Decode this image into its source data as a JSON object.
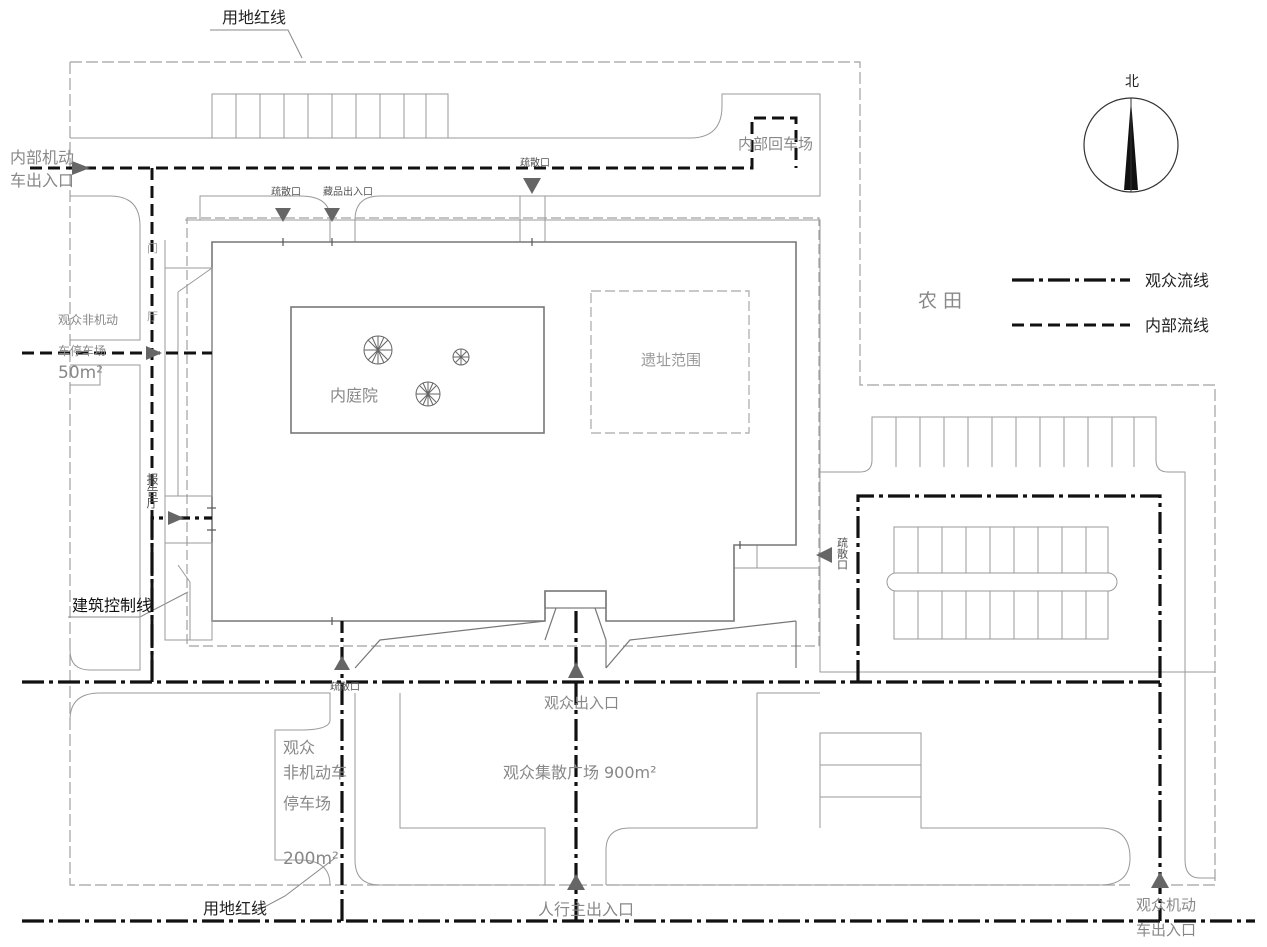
{
  "labels": {
    "site_red_line_top": "用地红线",
    "site_red_line_bottom": "用地红线",
    "north": "北",
    "internal_vehicle_exit_1": "内部机动",
    "internal_vehicle_exit_2": "车出入口",
    "internal_turnaround": "内部回车场",
    "evac_top_1": "疏散口",
    "evac_top_2": "疏散口",
    "collection_entrance": "藏品出入口",
    "bike_parking_left_1": "观众非机动",
    "bike_parking_left_2": "车停车场",
    "bike_parking_left_area": "50m²",
    "report_hall": "报告厅",
    "side_text_1": "门",
    "side_text_2": "厅",
    "courtyard": "内庭院",
    "ruins_area": "遗址范围",
    "farmland": "农 田",
    "evac_right": "疏散口",
    "building_control_line": "建筑控制线",
    "evac_bottom": "疏散口",
    "visitor_entrance": "观众出入口",
    "plaza": "观众集散广场",
    "plaza_area": "900m²",
    "bike_parking_bottom_1": "观众",
    "bike_parking_bottom_2": "非机动车",
    "bike_parking_bottom_3": "停车场",
    "bike_parking_bottom_area": "200m²",
    "pedestrian_entrance": "人行主出入口",
    "visitor_vehicle_1": "观众机动",
    "visitor_vehicle_2": "车出入口"
  },
  "legend": {
    "visitor_flow": "观众流线",
    "internal_flow": "内部流线"
  },
  "colors": {
    "line": "#8a8a8a",
    "dash": "#a8a8a8",
    "flow": "#111111",
    "text": "#888888",
    "text_dark": "#222222"
  }
}
